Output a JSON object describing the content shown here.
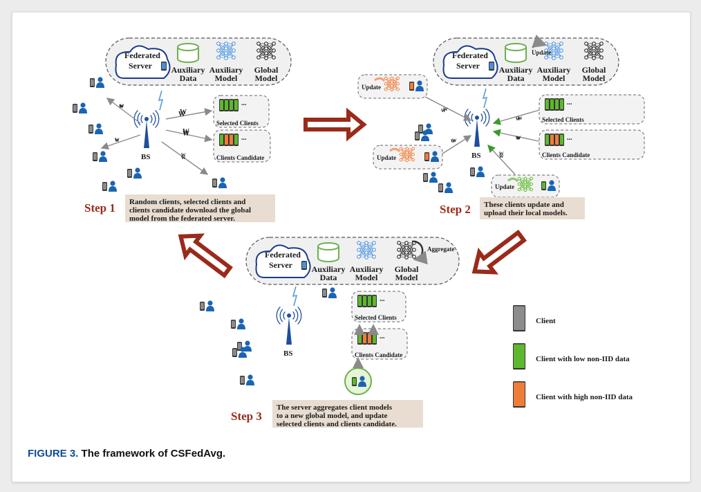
{
  "figure_caption": {
    "number": "FIGURE 3.",
    "text": "The framework of CSFedAvg."
  },
  "server": {
    "cloud_label": [
      "Federated",
      "Server"
    ],
    "auxiliary_data": [
      "Auxiliary",
      "Data"
    ],
    "auxiliary_model": [
      "Auxiliary",
      "Model"
    ],
    "global_model": [
      "Global",
      "Model"
    ]
  },
  "labels": {
    "bs": "BS",
    "selected_clients": "Selected Clients",
    "clients_candidate": "Clients Candidate",
    "update": "Update",
    "aggregate": "Aggregate",
    "w_upper": "W",
    "w_lower": "w",
    "ellipsis": "..."
  },
  "steps": [
    {
      "label": "Step 1",
      "text": [
        "Random clients, selected clients and",
        "clients candidate download the global",
        "model from the federated server."
      ]
    },
    {
      "label": "Step 2",
      "text": [
        "These clients update and",
        "upload their local models."
      ]
    },
    {
      "label": "Step 3",
      "text": [
        "The server aggregates client models",
        "to a new global model, and update",
        "selected clients and clients candidate."
      ]
    }
  ],
  "legend": [
    {
      "label": "Client",
      "color": "#8c8c8c"
    },
    {
      "label": "Client with low non-IID data",
      "color": "#5db82e"
    },
    {
      "label": "Client with high non-IID data",
      "color": "#ef7d3a"
    }
  ],
  "colors": {
    "arrow_red": "#9a2a1a",
    "user_blue": "#1a64b4",
    "tower_blue": "#1f4e9c",
    "w_green": "#3a9a2a",
    "w_orange": "#e0782e",
    "note_bg": "#e8ddd0"
  }
}
